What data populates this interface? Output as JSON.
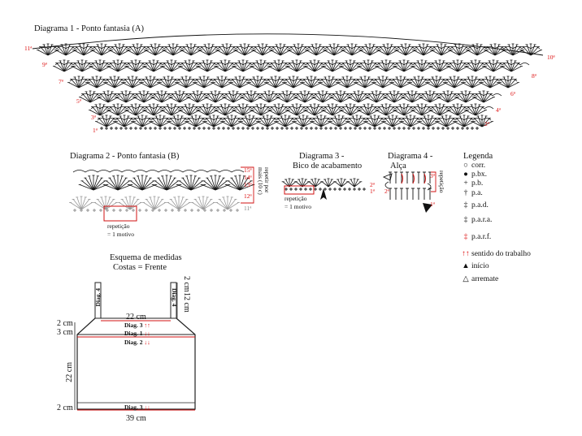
{
  "diagram1": {
    "title": "Diagrama 1 - Ponto fantasia (A)",
    "rows_left": [
      "11ª",
      "9ª",
      "7ª",
      "5ª",
      "3ª",
      "1ª"
    ],
    "rows_right": [
      "10ª",
      "8ª",
      "6ª",
      "4ª",
      "2ª"
    ]
  },
  "diagram2": {
    "title": "Diagrama 2 - Ponto fantasia (B)",
    "rows": [
      "15ª",
      "14ª",
      "13ª",
      "12ª",
      "11ª"
    ],
    "repeat_note": "repetir por mais (10 c)",
    "repeat_label": "repetição",
    "motif_label": "= 1 motivo"
  },
  "diagram3": {
    "title_line1": "Diagrama 3 -",
    "title_line2": "Bico de acabamento",
    "rows": [
      "2ª",
      "1ª"
    ],
    "repeat_label": "repetição",
    "motif_label": "= 1 motivo"
  },
  "diagram4": {
    "title_line1": "Diagrama 4 -",
    "title_line2": "Alça",
    "rows": [
      "3ª",
      "2ª",
      "1ª"
    ],
    "repeat_note": "repetição"
  },
  "legend": {
    "title": "Legenda",
    "items": [
      {
        "symbol": "○",
        "label": "corr."
      },
      {
        "symbol": "●",
        "label": "p.bx."
      },
      {
        "symbol": "+",
        "label": "p.b."
      },
      {
        "symbol": "†",
        "label": "p.a."
      },
      {
        "symbol": "‡",
        "label": "p.a.d."
      },
      {
        "symbol": "‡",
        "label": "p.a.r.a."
      },
      {
        "symbol": "‡",
        "label": "p.a.r.f."
      },
      {
        "symbol": "↑↑",
        "label": "sentido do trabalho"
      },
      {
        "symbol": "▲",
        "label": "início"
      },
      {
        "symbol": "△",
        "label": "arremate"
      }
    ]
  },
  "schema": {
    "title_line1": "Esquema de medidas",
    "title_line2": "Costas = Frente",
    "dim_strap_top": "2 cm",
    "dim_strap_height": "12 cm",
    "dim_neck": "22 cm",
    "dim_2cm_left": "2 cm",
    "dim_3cm_left": "3 cm",
    "dim_22cm_height": "22 cm",
    "dim_2cm_bottom": "2 cm",
    "dim_width": "39 cm",
    "strap_label": "Diag. 4",
    "diag3_top": "Diag. 3",
    "diag1": "Diag. 1",
    "diag2": "Diag. 2",
    "diag3_bottom": "Diag. 3",
    "arrows_up": "↑↑",
    "arrows_down": "↓↓"
  },
  "colors": {
    "ink": "#111111",
    "accent": "#d11111"
  }
}
